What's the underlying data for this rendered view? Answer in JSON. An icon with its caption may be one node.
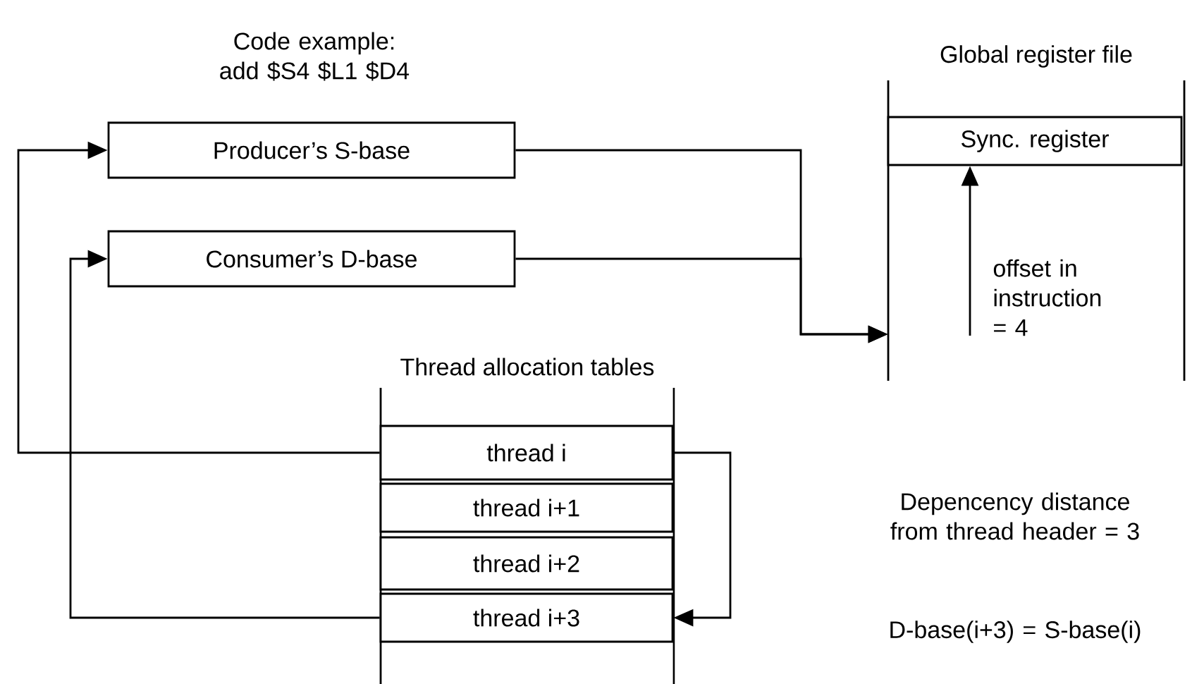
{
  "diagram": {
    "nodes": [
      {
        "text": [
          "Producer’s S-base"
        ]
      },
      {
        "text": [
          "Consumer’s D-base"
        ]
      },
      {
        "text": [
          "Global register file"
        ]
      },
      {
        "text": [
          "Sync. register"
        ],
        "in": 2
      },
      {
        "text": [
          "Thread allocation tables"
        ]
      },
      {
        "text": [
          "thread i"
        ],
        "in": 4
      },
      {
        "text": [
          "thread i+1"
        ],
        "in": 4
      },
      {
        "text": [
          "thread i+2"
        ],
        "in": 4
      },
      {
        "text": [
          "thread i+3"
        ],
        "in": 4
      },
      {
        "text": [
          "offset in instruction = 4"
        ],
        "in": 2
      }
    ],
    "edges": [
      {
        "from": 5,
        "to": 0,
        "arrow": "to"
      },
      {
        "from": 8,
        "to": 1,
        "arrow": "to"
      },
      {
        "from": 0,
        "to": 2,
        "arrow": "to"
      },
      {
        "from": 1,
        "to": 2,
        "arrow": "to"
      },
      {
        "from": 5,
        "to": 8,
        "arrow": "to"
      },
      {
        "from": 9,
        "to": 3,
        "arrow": "to"
      }
    ],
    "labels": [
      "Code example: add $S4 $L1 $D4",
      "Depencency distance from thread header = 3",
      "D-base(i+3) = S-base(i)"
    ]
  }
}
